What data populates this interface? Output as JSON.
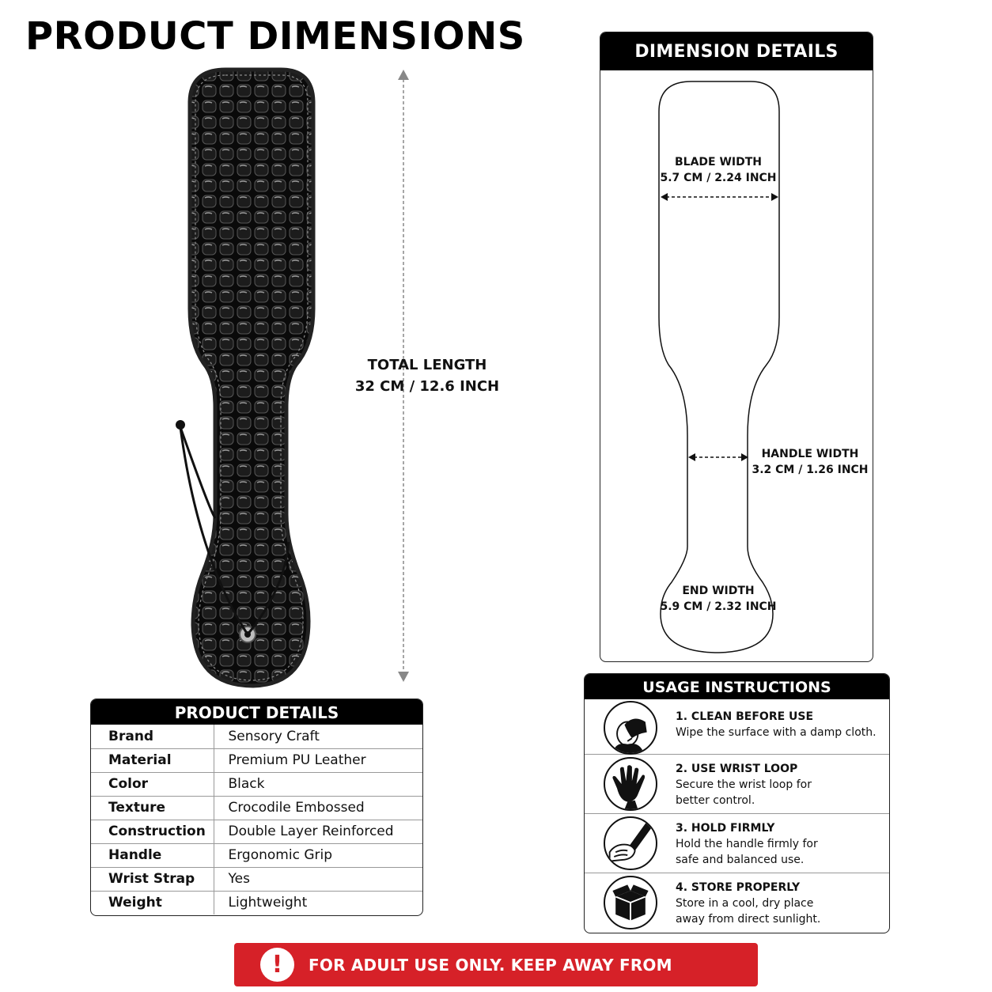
{
  "page": {
    "title": "PRODUCT DIMENSIONS"
  },
  "measurement": {
    "total_length_label": "TOTAL LENGTH",
    "total_length_value": "32 CM / 12.6 INCH"
  },
  "dimension_details": {
    "title": "DIMENSION DETAILS",
    "blade": {
      "label": "BLADE WIDTH",
      "value": "5.7 CM / 2.24 INCH"
    },
    "handle": {
      "label": "HANDLE WIDTH",
      "value": "3.2 CM / 1.26 INCH"
    },
    "end": {
      "label": "END WIDTH",
      "value": "5.9 CM / 2.32 INCH"
    }
  },
  "product_details": {
    "title": "PRODUCT DETAILS",
    "rows": [
      {
        "key": "Brand",
        "value": "Sensory Craft"
      },
      {
        "key": "Material",
        "value": "Premium PU Leather"
      },
      {
        "key": "Color",
        "value": "Black"
      },
      {
        "key": "Texture",
        "value": "Crocodile Embossed"
      },
      {
        "key": "Construction",
        "value": "Double Layer Reinforced"
      },
      {
        "key": "Handle",
        "value": "Ergonomic Grip"
      },
      {
        "key": "Wrist Strap",
        "value": "Yes"
      },
      {
        "key": "Weight",
        "value": "Lightweight"
      }
    ]
  },
  "usage": {
    "title": "USAGE INSTRUCTIONS",
    "steps": [
      {
        "title": "1. CLEAN BEFORE USE",
        "lines": [
          "Wipe the surface with a damp cloth."
        ],
        "icon": "wipe-icon"
      },
      {
        "title": "2. USE WRIST LOOP",
        "lines": [
          "Secure the wrist loop for",
          "better control."
        ],
        "icon": "hand-icon"
      },
      {
        "title": "3. HOLD FIRMLY",
        "lines": [
          "Hold the handle firmly for",
          "safe and balanced use."
        ],
        "icon": "grip-icon"
      },
      {
        "title": "4. STORE PROPERLY",
        "lines": [
          "Store in a cool, dry place",
          "away from direct sunlight."
        ],
        "icon": "box-icon"
      }
    ]
  },
  "warning": {
    "icon_text": "!",
    "text": "FOR ADULT USE ONLY. KEEP AWAY FROM CHILDREN.",
    "color": "#d62128"
  }
}
